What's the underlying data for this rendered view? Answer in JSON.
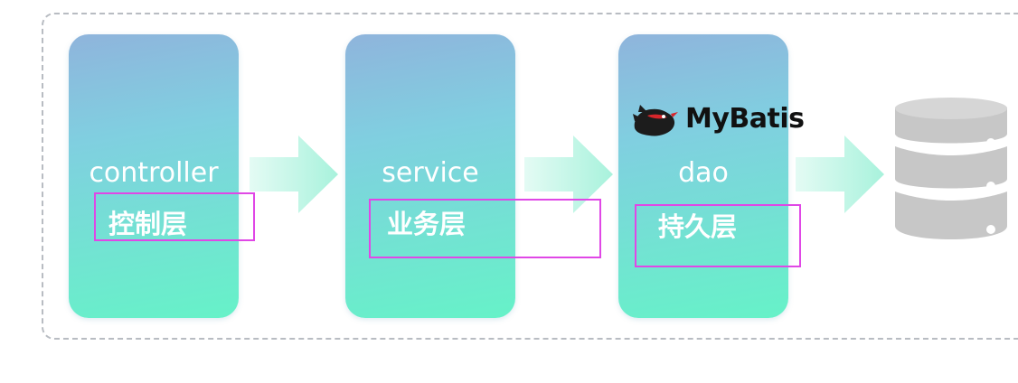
{
  "layers": [
    {
      "title": "controller",
      "subtitle": "控制层"
    },
    {
      "title": "service",
      "subtitle": "业务层"
    },
    {
      "title": "dao",
      "subtitle": "持久层"
    }
  ],
  "logo": {
    "text": "MyBatis"
  },
  "icons": {
    "arrow": "right-arrow-icon",
    "database": "database-icon",
    "logo_bird": "mybatis-bird-icon"
  },
  "colors": {
    "card_top": "#8fb4dc",
    "card_bottom": "#66f2c8",
    "arrow": "#b8f5e4",
    "highlight": "#e047e6",
    "database": "#c7c7c7",
    "frame": "#b8bcc2"
  }
}
